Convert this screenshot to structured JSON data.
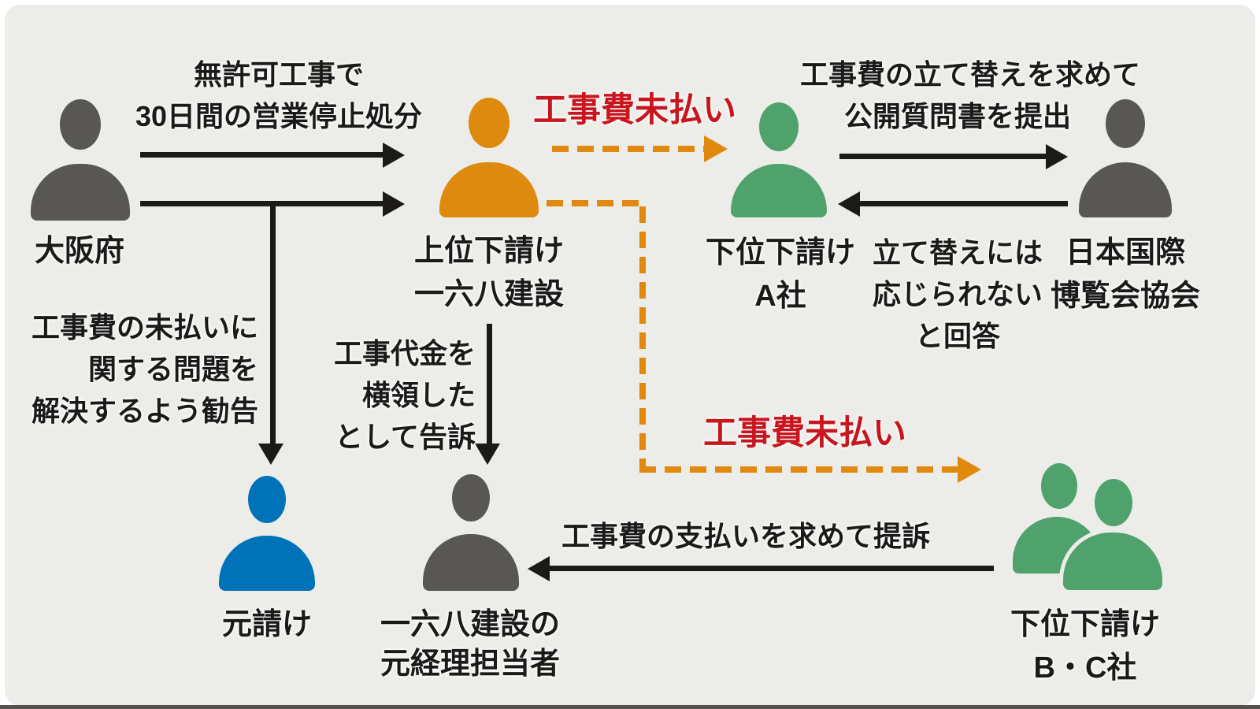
{
  "diagram": {
    "entities": {
      "osaka": {
        "name": "大阪府"
      },
      "upper_subcontractor": {
        "lines": [
          "上位下請け",
          "一六八建設"
        ]
      },
      "lower_subcontractor_a": {
        "lines": [
          "下位下請け",
          "A社"
        ]
      },
      "expo_association": {
        "lines": [
          "日本国際",
          "博覧会協会"
        ]
      },
      "prime_contractor": {
        "name": "元請け"
      },
      "former_accountant": {
        "lines": [
          "一六八建設の",
          "元経理担当者"
        ]
      },
      "lower_subcontractors_bc": {
        "lines": [
          "下位下請け",
          "B・C社"
        ]
      }
    },
    "annotations": {
      "suspension": {
        "lines": [
          "無許可工事で",
          "30日間の営業停止処分"
        ]
      },
      "unpaid_top": {
        "text": "工事費未払い"
      },
      "open_letter": {
        "lines": [
          "工事費の立て替えを求めて",
          "公開質問書を提出"
        ]
      },
      "refusal": {
        "lines": [
          "立て替えには",
          "応じられない",
          "と回答"
        ]
      },
      "recommendation": {
        "lines": [
          "工事費の未払いに",
          "関する問題を",
          "解決するよう勧告"
        ]
      },
      "accusation": {
        "lines": [
          "工事代金を",
          "横領した",
          "として告訴"
        ]
      },
      "unpaid_bottom": {
        "text": "工事費未払い"
      },
      "lawsuit": {
        "text": "工事費の支払いを求めて提訴"
      }
    },
    "colors": {
      "background": "#ECECE9",
      "person_gray": "#595756",
      "person_orange": "#DE8A0E",
      "person_green": "#4FA26C",
      "person_blue": "#0072B8",
      "arrow_black": "#1C1A19",
      "arrow_orange": "#E1890F",
      "text_red": "#C8161E",
      "text_black": "#1C1A19"
    }
  }
}
